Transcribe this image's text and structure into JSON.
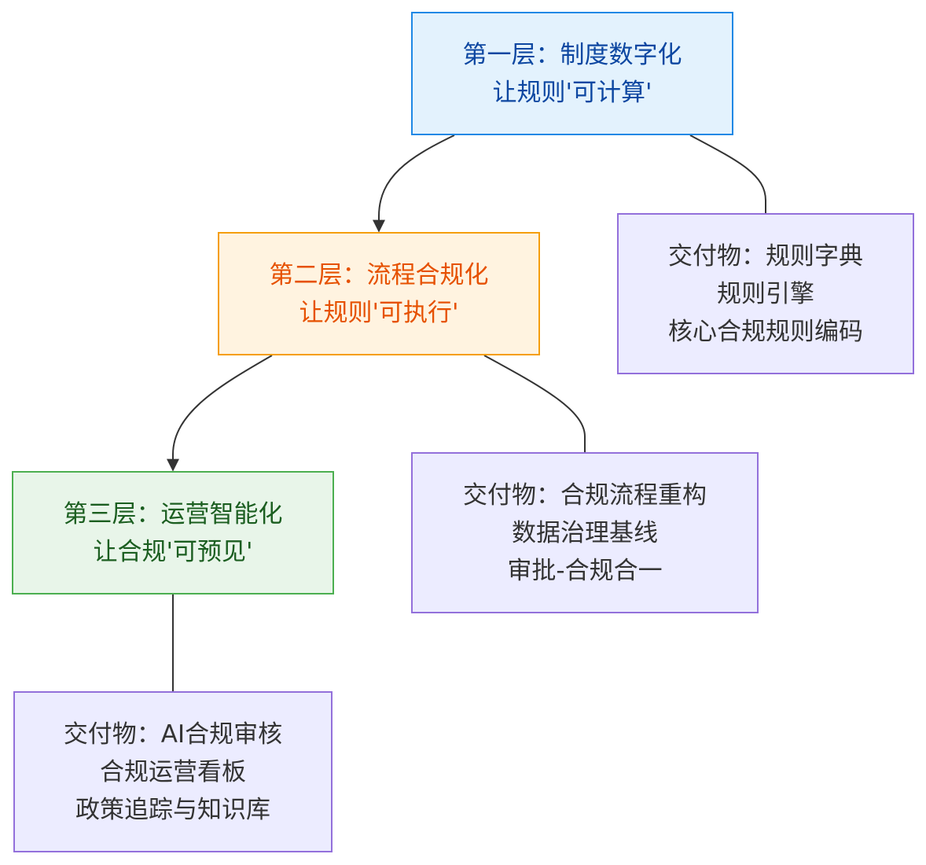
{
  "nodes": {
    "layer1": {
      "line1": "第一层：制度数字化",
      "line2": "让规则'可计算'"
    },
    "layer2": {
      "line1": "第二层：流程合规化",
      "line2": "让规则'可执行'"
    },
    "layer3": {
      "line1": "第三层：运营智能化",
      "line2": "让合规'可预见'"
    },
    "deliverable1": {
      "line1": "交付物：规则字典",
      "line2": "规则引擎",
      "line3": "核心合规规则编码"
    },
    "deliverable2": {
      "line1": "交付物：合规流程重构",
      "line2": "数据治理基线",
      "line3": "审批-合规合一"
    },
    "deliverable3": {
      "line1": "交付物：AI合规审核",
      "line2": "合规运营看板",
      "line3": "政策追踪与知识库"
    }
  },
  "colors": {
    "layer1_fill": "#e3f2fd",
    "layer1_border": "#1e88e5",
    "layer1_text": "#0d47a1",
    "layer2_fill": "#fff3e0",
    "layer2_border": "#f59e0b",
    "layer2_text": "#e65100",
    "layer3_fill": "#e8f5e9",
    "layer3_border": "#4caf50",
    "layer3_text": "#1b5e20",
    "deliverable_fill": "#ececff",
    "deliverable_border": "#9370db",
    "deliverable_text": "#333333",
    "edge": "#333333"
  }
}
